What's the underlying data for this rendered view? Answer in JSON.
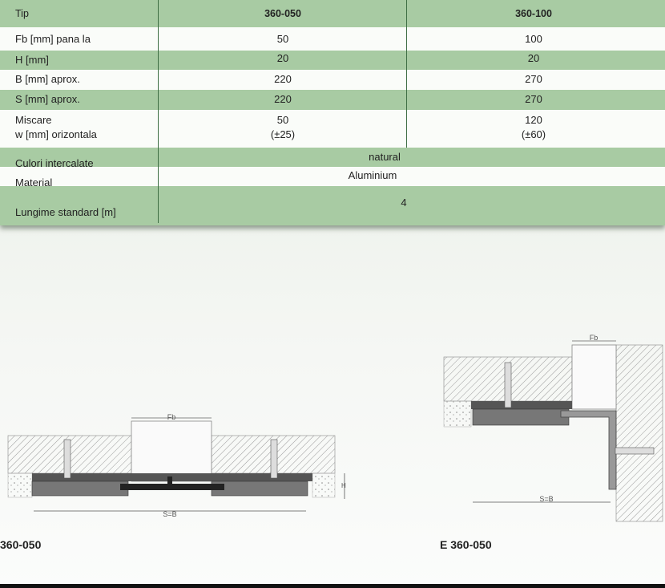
{
  "table": {
    "header": {
      "label": "Tip",
      "col1": "360-050",
      "col2": "360-100"
    },
    "rows": [
      {
        "label": "Fb [mm] pana la",
        "col1": "50",
        "col2": "100"
      },
      {
        "label": "H [mm]",
        "col1": "20",
        "col2": "20"
      },
      {
        "label": "B [mm] aprox.",
        "col1": "220",
        "col2": "270"
      },
      {
        "label": "S [mm] aprox.",
        "col1": "220",
        "col2": "270"
      },
      {
        "label_line1": "Miscare",
        "label_line2": "w [mm] orizontala",
        "col1_line1": "50",
        "col1_line2": "(±25)",
        "col2_line1": "120",
        "col2_line2": "(±60)"
      }
    ],
    "culori_label": "Culori intercalate",
    "culori_value": "natural",
    "material_label": "Material",
    "material_value": "Aluminium",
    "lungime_label": "Lungime standard [m]",
    "lungime_value": "4"
  },
  "drawings": {
    "left": {
      "fb_label": "Fb",
      "sb_label": "S=B",
      "h_label": "H",
      "caption": "360-050"
    },
    "right": {
      "fb_label": "Fb",
      "sb_label": "S=B",
      "caption": "E 360-050"
    }
  },
  "colors": {
    "table_green": "#a8cba3",
    "table_white": "#fafcf9",
    "divider": "#3e6e44"
  }
}
